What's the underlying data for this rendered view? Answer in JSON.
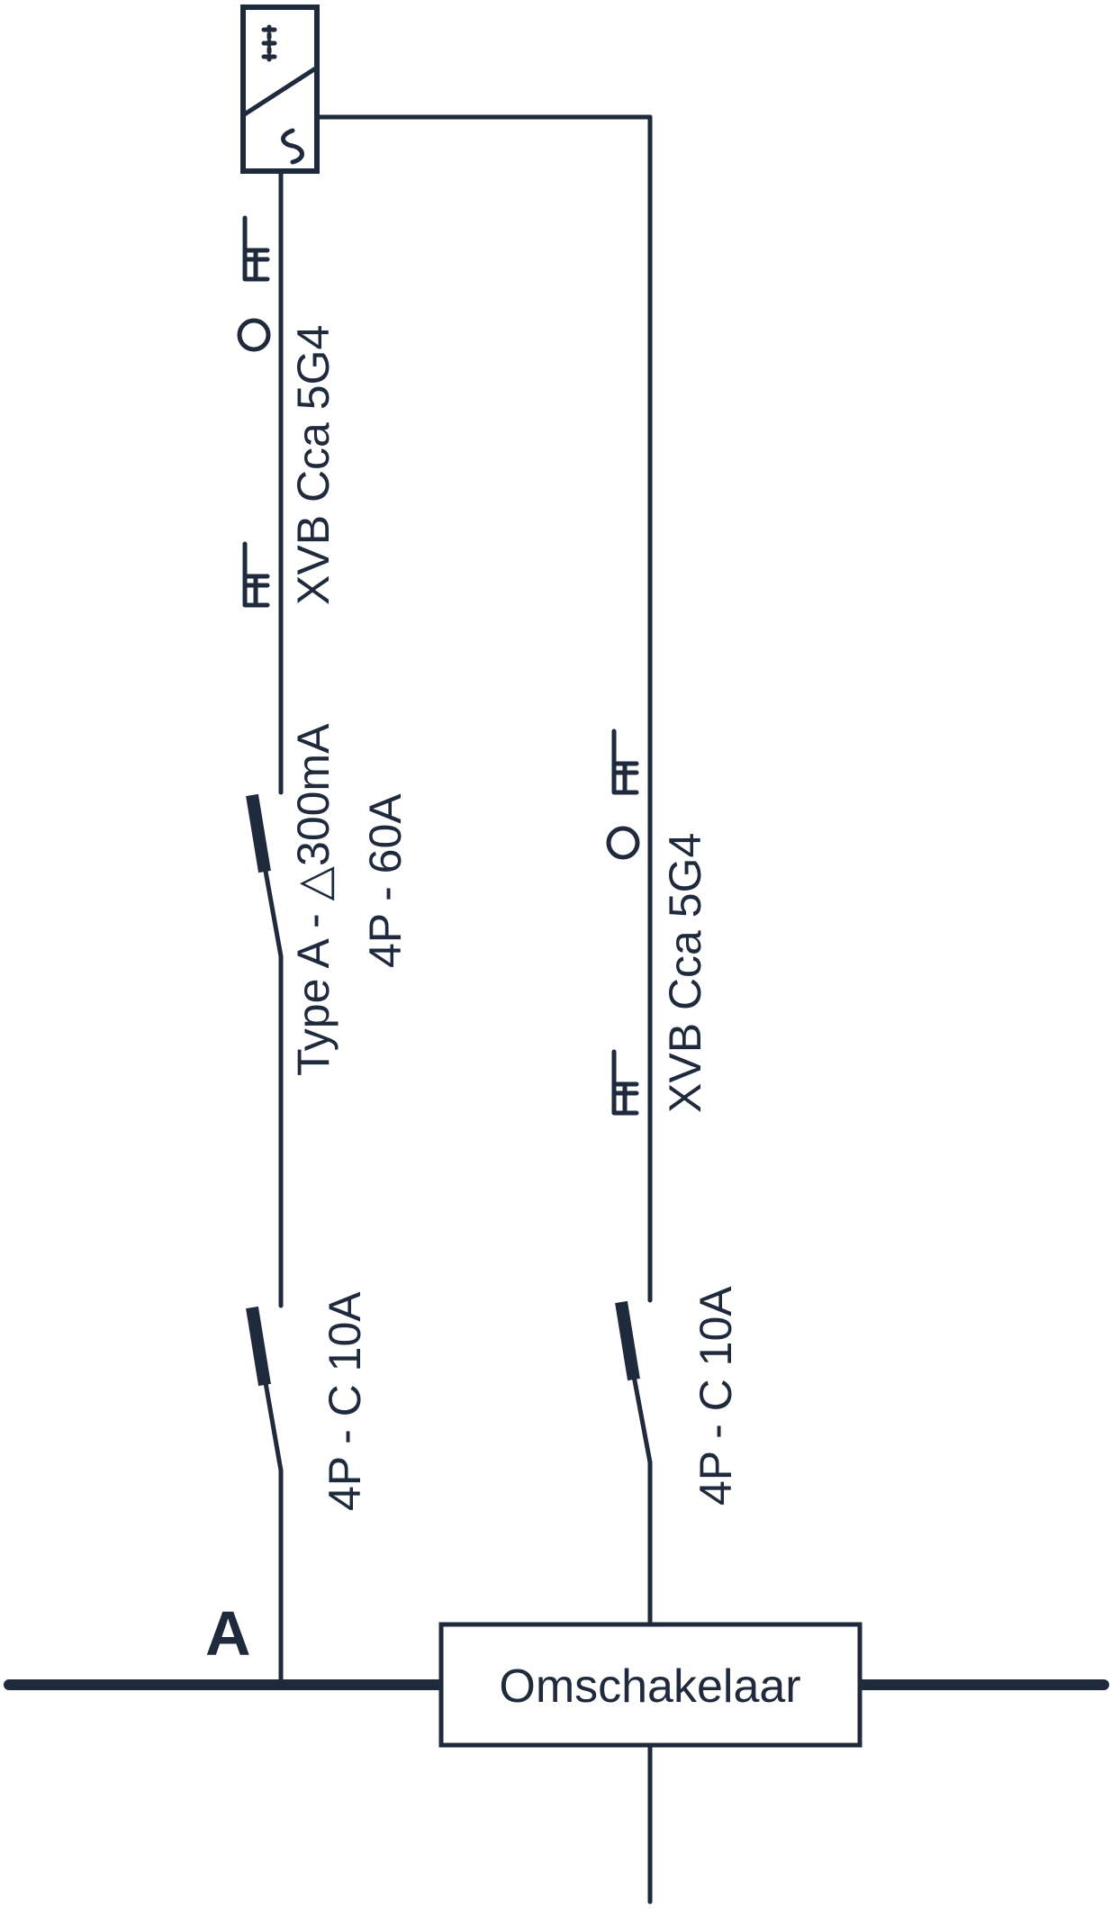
{
  "diagram": {
    "bus_label": "A",
    "switch_box_label": "Omschakelaar",
    "left_branch": {
      "cable_label": "XVB Cca 5G4",
      "rcd_label_line1": "Type A -  △300mA",
      "rcd_label_line2": "4P - 60A",
      "breaker_label": "4P - C 10A"
    },
    "right_branch": {
      "cable_label": "XVB Cca 5G4",
      "breaker_label": "4P - C 10A"
    },
    "icons": [
      "inverter-icon",
      "cable-installation-symbol",
      "switch-symbol"
    ],
    "colors": {
      "line": "#1f2a3c",
      "background": "#ffffff"
    }
  }
}
